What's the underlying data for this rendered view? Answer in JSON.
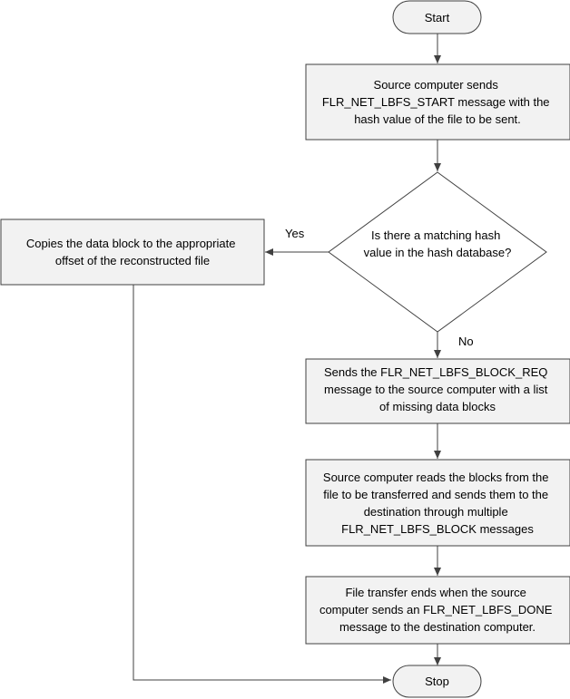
{
  "diagram": {
    "start": "Start",
    "stop": "Stop",
    "step_send_start": [
      "Source computer sends",
      "FLR_NET_LBFS_START message with the",
      "hash value of the file to be sent."
    ],
    "decision": [
      "Is there a matching hash",
      "value in the hash database?"
    ],
    "step_copy": [
      "Copies the data block to the appropriate",
      "offset of the reconstructed file"
    ],
    "step_block_req": [
      "Sends the FLR_NET_LBFS_BLOCK_REQ",
      "message to the source computer with a list",
      "of missing data blocks"
    ],
    "step_read_blocks": [
      "Source computer reads the blocks from the",
      "file to be transferred and sends them to the",
      "destination through multiple",
      "FLR_NET_LBFS_BLOCK messages"
    ],
    "step_done": [
      "File transfer ends when the source",
      "computer sends an FLR_NET_LBFS_DONE",
      "message to the destination computer."
    ],
    "label_yes": "Yes",
    "label_no": "No"
  }
}
